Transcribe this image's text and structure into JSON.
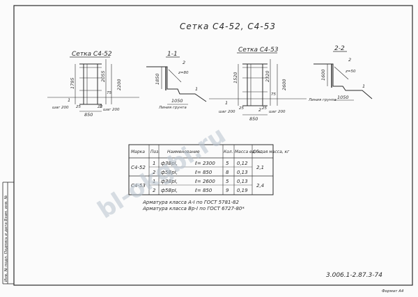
{
  "sheet_title": "Сетка С4-52, С4-53",
  "mesh_left": {
    "label": "Сетка С4-52",
    "dims": {
      "d1": "1795",
      "d2": "2055",
      "d3": "2200",
      "d4": "75",
      "d5": "25",
      "d6": "25",
      "d7": "850"
    },
    "step_left": "шаг 200",
    "step_right": "шаг 200",
    "marks": [
      "1",
      "2"
    ]
  },
  "section_1": {
    "label": "1-1",
    "dims": {
      "h": "1850",
      "z": "z=80",
      "w": "1050"
    },
    "ground": "Линия грунта",
    "marks": [
      "2",
      "1"
    ]
  },
  "mesh_right": {
    "label": "Сетка С4-53",
    "dims": {
      "d1": "1520",
      "d2": "2320",
      "d3": "2600",
      "d4": "75",
      "d5": "25",
      "d6": "25",
      "d7": "850"
    },
    "step_left": "шаг 200",
    "step_right": "шаг 200",
    "marks": [
      "1",
      "2"
    ]
  },
  "section_2": {
    "label": "2-2",
    "dims": {
      "h": "1600",
      "z": "z=50",
      "w": "1050"
    },
    "ground": "Линия грунта",
    "marks": [
      "2",
      "1"
    ]
  },
  "spec_table": {
    "headers": [
      "Марка",
      "Поз.",
      "Наименование",
      "Кол.",
      "Масса ед. кг",
      "Общая масса, кг"
    ],
    "groups": [
      {
        "mark": "С4-52",
        "total": "2,1",
        "rows": [
          {
            "pos": "1",
            "name": "ф3ВрI,",
            "len": "ℓ= 2300",
            "qty": "5",
            "mass": "0,12"
          },
          {
            "pos": "2",
            "name": "ф5ВрI,",
            "len": "ℓ= 850",
            "qty": "8",
            "mass": "0,13"
          }
        ]
      },
      {
        "mark": "С4-53",
        "total": "2,4",
        "rows": [
          {
            "pos": "1",
            "name": "ф3ВрI,",
            "len": "ℓ= 2600",
            "qty": "5",
            "mass": "0,13"
          },
          {
            "pos": "2",
            "name": "ф5ВрI,",
            "len": "ℓ= 850",
            "qty": "9",
            "mass": "0,19"
          }
        ]
      }
    ]
  },
  "notes": [
    "Арматура класса А-I по ГОСТ 5781-82",
    "Арматура класса Вр-I по ГОСТ 6727-80*"
  ],
  "side_stamp": "Инв. № подл.   Подпись и дата   Взам. инв. №",
  "watermark": "bl-okgbi.ru",
  "doc_code": "3.006.1-2.87.3-74",
  "format": "Формат А4"
}
